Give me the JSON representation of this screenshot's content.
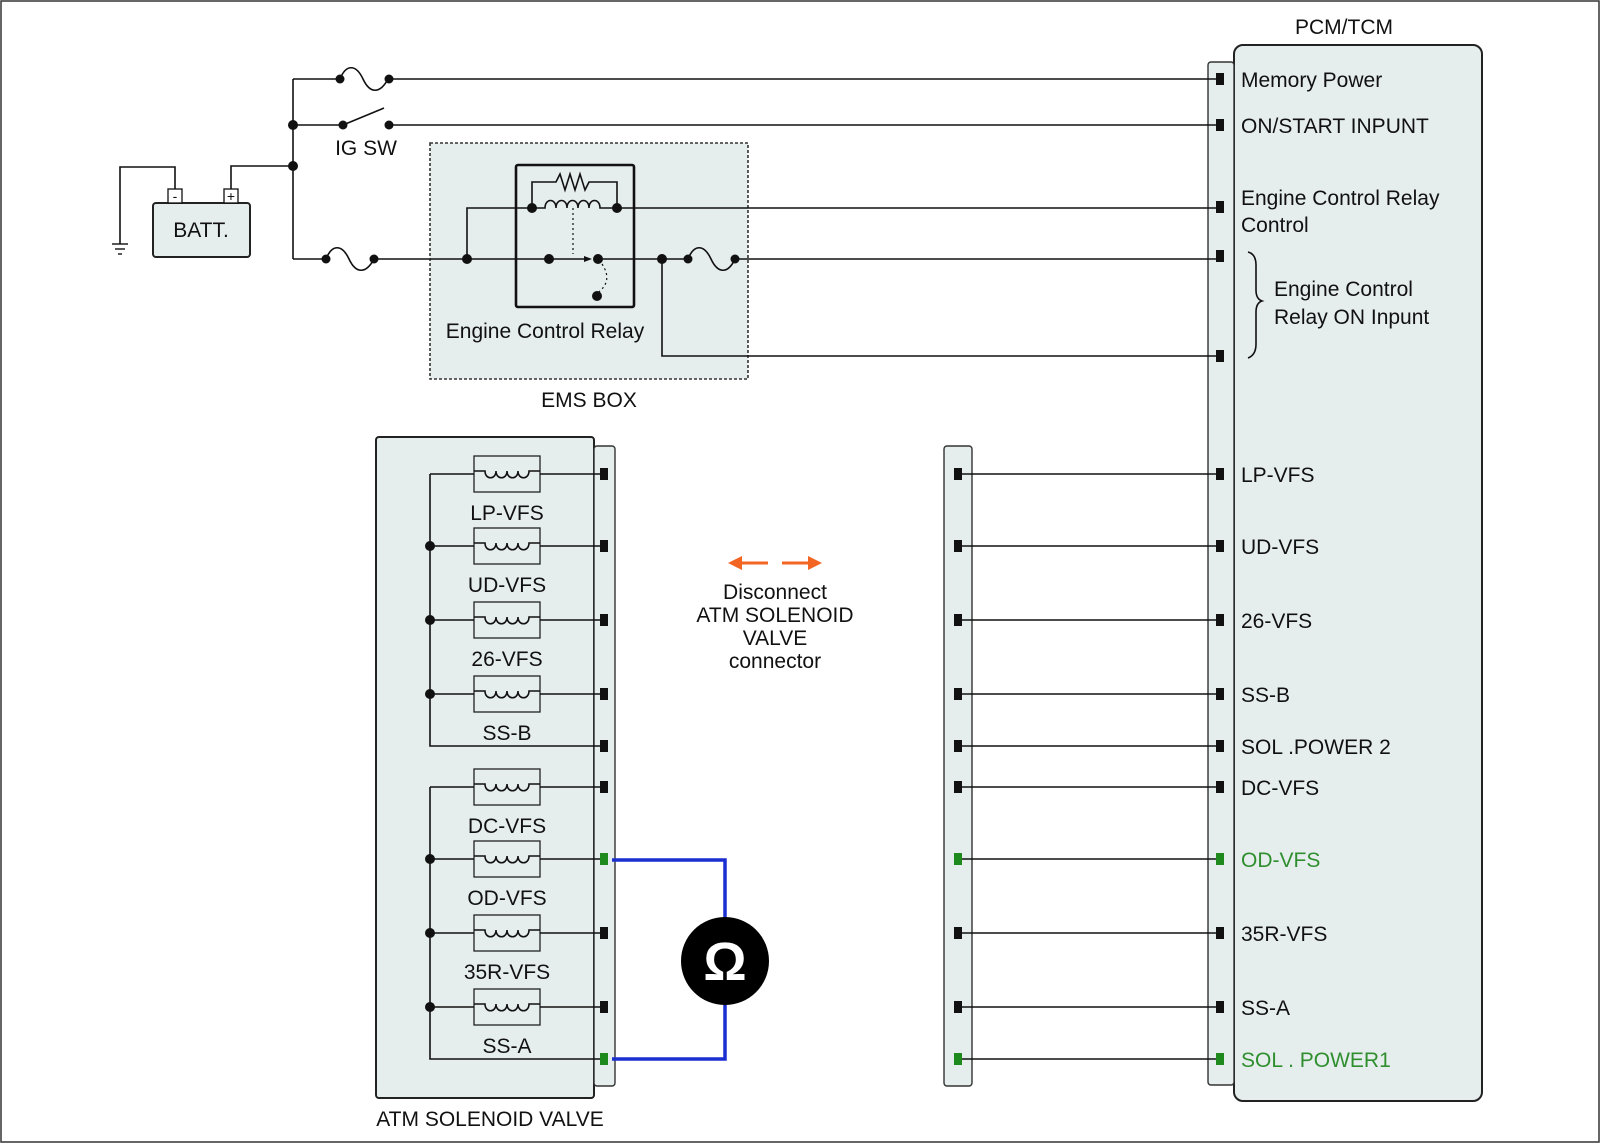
{
  "colors": {
    "box_fill": "#e6eded",
    "highlight_pin": "#1e8a1e",
    "highlight_text": "#2f8f2f",
    "meter_wire": "#1a2fd0",
    "arrow": "#f26522"
  },
  "labels": {
    "pcm_title": "PCM/TCM",
    "ig_sw": "IG SW",
    "battery": "BATT.",
    "battery_neg": "-",
    "battery_pos": "+",
    "relay": "Engine Control Relay",
    "ems_box": "EMS BOX",
    "solenoid_valve": "ATM SOLENOID VALVE",
    "disconnect": [
      "Disconnect",
      "ATM SOLENOID",
      "VALVE",
      "connector"
    ],
    "ohmmeter_icon": "ohmmeter-icon"
  },
  "pcm_pins_top": [
    {
      "lines": [
        "Memory Power"
      ]
    },
    {
      "lines": [
        "ON/START  INPUNT"
      ]
    },
    {
      "lines": [
        "Engine Control Relay",
        "Control"
      ]
    },
    {
      "lines": [
        "Engine Control",
        "Relay ON Inpunt"
      ]
    }
  ],
  "signals": [
    {
      "name": "LP-VFS",
      "highlight": false
    },
    {
      "name": "UD-VFS",
      "highlight": false
    },
    {
      "name": "26-VFS",
      "highlight": false
    },
    {
      "name": "SS-B",
      "highlight": false
    },
    {
      "name": "SOL .POWER 2",
      "highlight": false
    },
    {
      "name": "DC-VFS",
      "highlight": false
    },
    {
      "name": "OD-VFS",
      "highlight": true
    },
    {
      "name": "35R-VFS",
      "highlight": false
    },
    {
      "name": "SS-A",
      "highlight": false
    },
    {
      "name": "SOL . POWER1",
      "highlight": true
    }
  ],
  "solenoids": [
    {
      "name": "LP-VFS"
    },
    {
      "name": "UD-VFS"
    },
    {
      "name": "26-VFS"
    },
    {
      "name": "SS-B"
    },
    {
      "name": "DC-VFS"
    },
    {
      "name": "OD-VFS"
    },
    {
      "name": "35R-VFS"
    },
    {
      "name": "SS-A"
    }
  ]
}
